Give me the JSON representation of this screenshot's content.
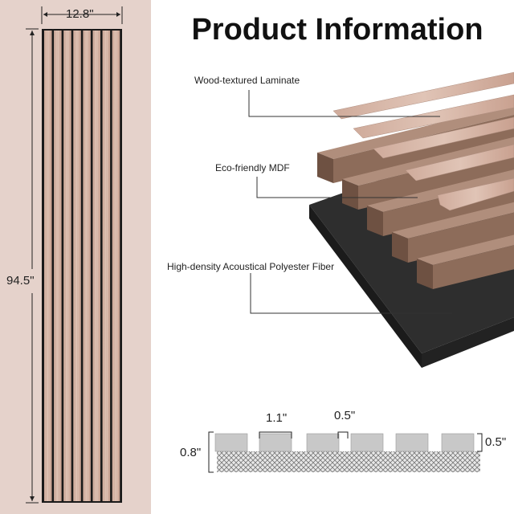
{
  "title": "Product Information",
  "panel": {
    "width_label": "12.8\"",
    "height_label": "94.5\""
  },
  "layers": {
    "laminate": "Wood-textured Laminate",
    "mdf": "Eco-friendly MDF",
    "fiber": "High-density Acoustical Polyester Fiber"
  },
  "cross_section": {
    "slat_width": "1.1\"",
    "gap_width": "0.5\"",
    "total_depth": "0.8\"",
    "slat_depth": "0.5\""
  },
  "colors": {
    "background_tint": "#e5d2cb",
    "wood": "#c9a595",
    "mdf": "#8a6a58",
    "felt": "#2b2b2b"
  }
}
